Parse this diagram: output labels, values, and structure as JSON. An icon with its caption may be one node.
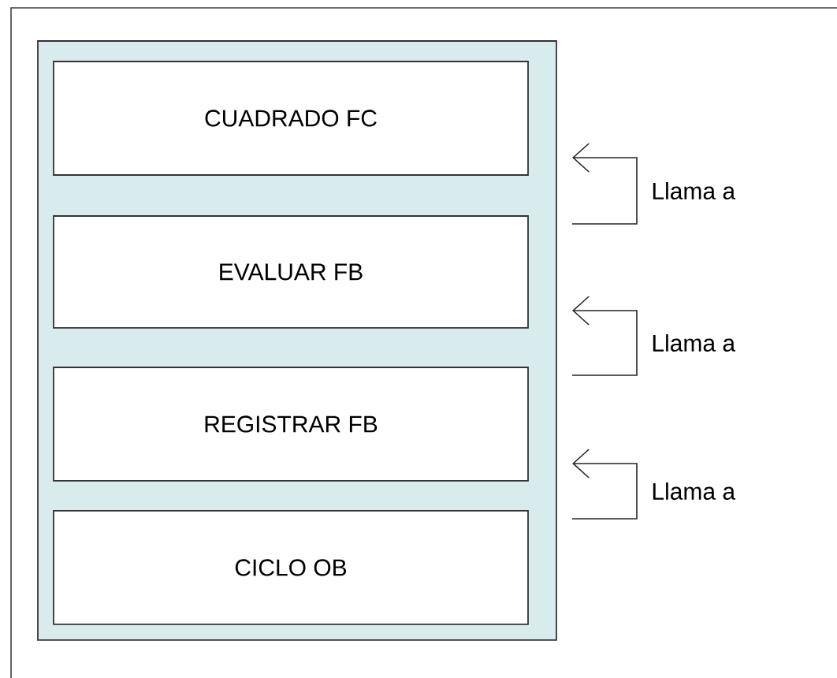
{
  "diagram": {
    "nodes": [
      {
        "text": [],
        "shape": "box"
      },
      {
        "text": [
          "CUADRADO FC"
        ],
        "in": 0
      },
      {
        "text": [
          "EVALUAR FB"
        ],
        "in": 0
      },
      {
        "text": [
          "REGISTRAR FB"
        ],
        "in": 0
      },
      {
        "text": [
          "CICLO OB"
        ],
        "in": 0
      }
    ],
    "edges": [
      {
        "from": 2,
        "to": 1,
        "arrow": "to",
        "label": "Llama a"
      },
      {
        "from": 3,
        "to": 2,
        "arrow": "to",
        "label": "Llama a"
      },
      {
        "from": 4,
        "to": 3,
        "arrow": "to",
        "label": "Llama a"
      }
    ]
  }
}
